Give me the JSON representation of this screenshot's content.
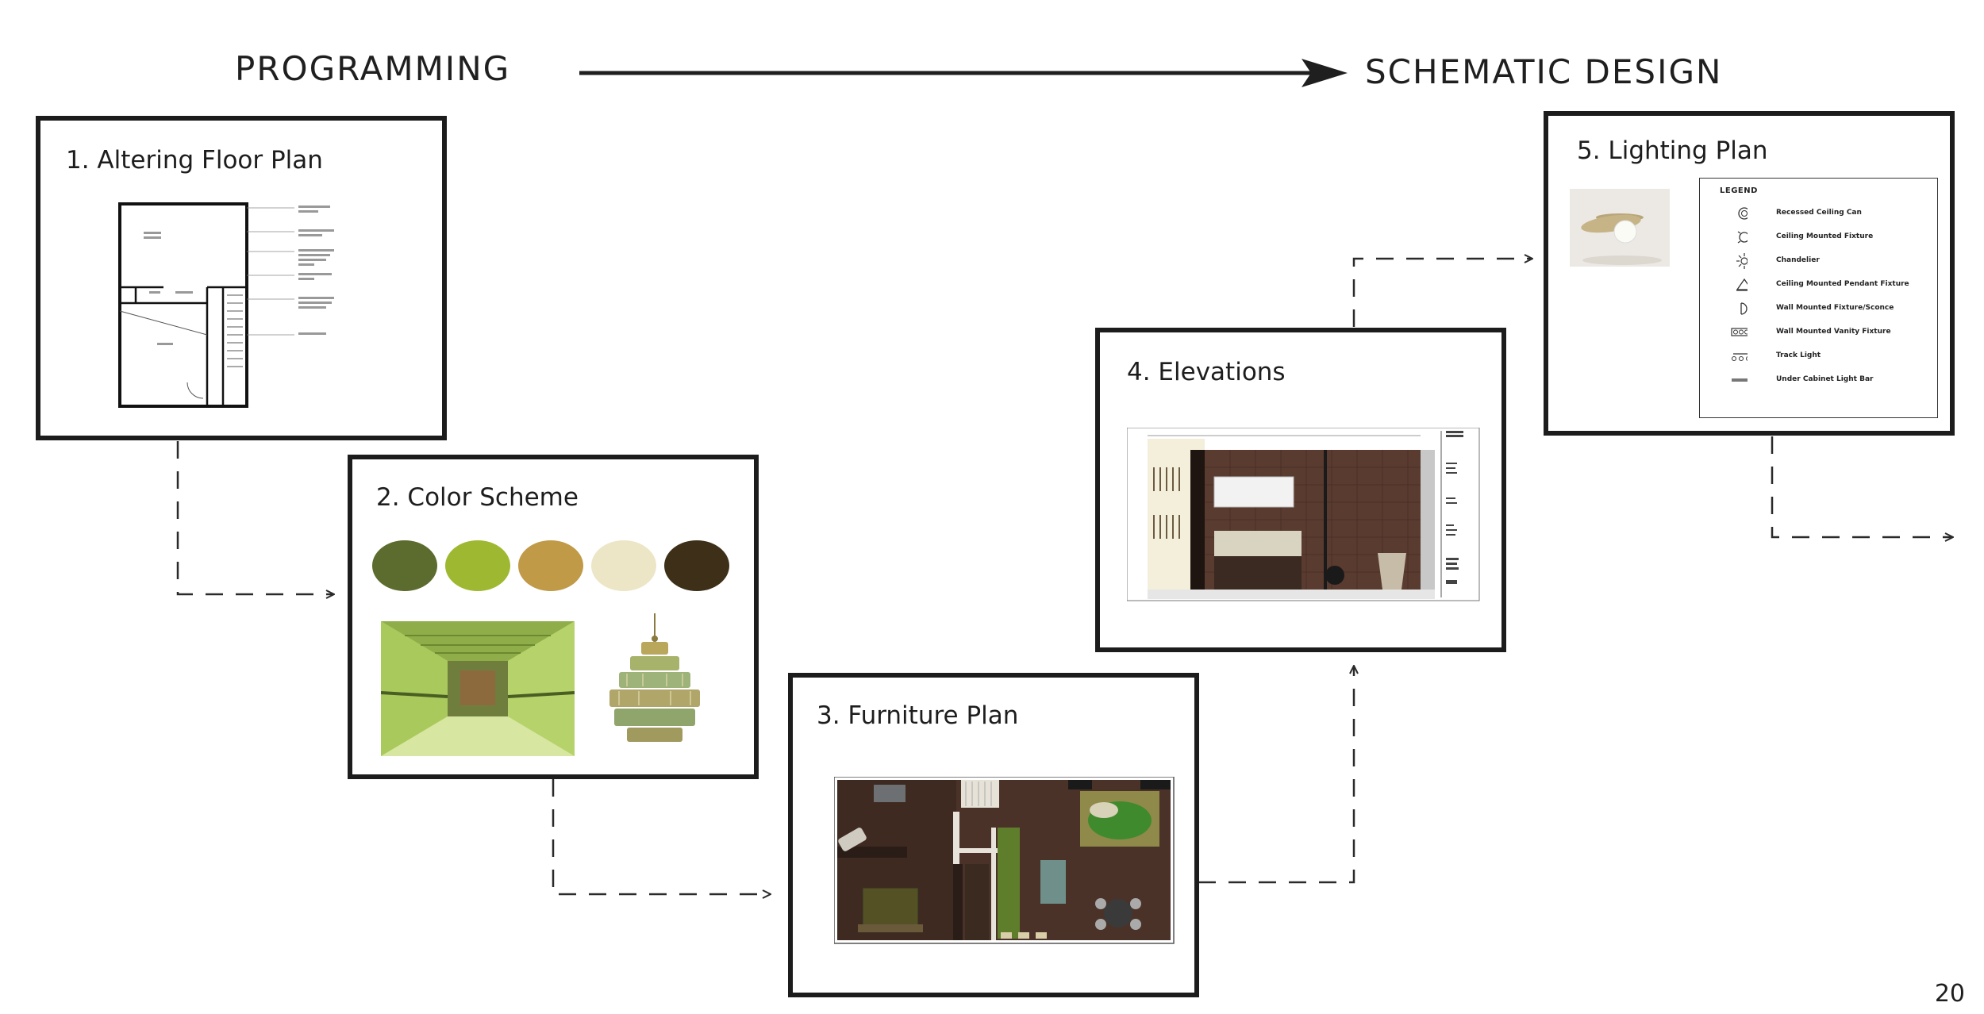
{
  "header": {
    "left_label": "PROGRAMMING",
    "right_label": "SCHEMATIC DESIGN"
  },
  "steps": [
    {
      "title": "1.  Altering Floor Plan"
    },
    {
      "title": "2. Color Scheme"
    },
    {
      "title": "3. Furniture Plan"
    },
    {
      "title": "4. Elevations"
    },
    {
      "title": "5. Lighting Plan"
    }
  ],
  "color_scheme": {
    "swatches": [
      "#5c6b2e",
      "#9eb832",
      "#c19a48",
      "#ece6c6",
      "#3e3018"
    ]
  },
  "lighting_legend": {
    "title": "LEGEND",
    "items": [
      {
        "label": "Recessed Ceiling Can",
        "icon": "recessed-can-icon"
      },
      {
        "label": "Ceiling Mounted Fixture",
        "icon": "ceiling-fixture-icon"
      },
      {
        "label": "Chandelier",
        "icon": "chandelier-icon"
      },
      {
        "label": "Ceiling Mounted Pendant Fixture",
        "icon": "pendant-icon"
      },
      {
        "label": "Wall Mounted Fixture/Sconce",
        "icon": "sconce-icon"
      },
      {
        "label": "Wall Mounted Vanity Fixture",
        "icon": "vanity-fixture-icon"
      },
      {
        "label": "Track Light",
        "icon": "track-light-icon"
      },
      {
        "label": "Under Cabinet Light Bar",
        "icon": "light-bar-icon"
      }
    ]
  },
  "page_number": "20"
}
